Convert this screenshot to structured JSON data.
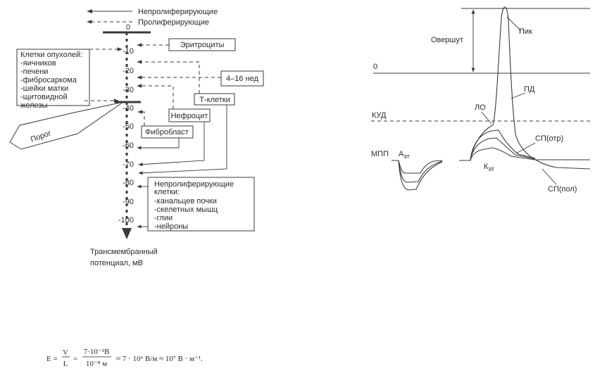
{
  "left_diagram": {
    "top_labels": {
      "nonproliferating": "Непролиферирующие",
      "proliferating": "Пролиферирующие"
    },
    "axis_ticks": [
      "0",
      "-10",
      "-20",
      "-30",
      "-40",
      "-50",
      "-60",
      "-70",
      "-80",
      "-90",
      "-100"
    ],
    "axis_title_line1": "Трансмембранный",
    "axis_title_line2": "потенциал, мВ",
    "tumor_cells": {
      "title": "Клетки опухолей:",
      "items": [
        "-яичников",
        "-печени",
        "-фибросаркома",
        "-шейки матки",
        "-щитовидной",
        "железы"
      ]
    },
    "threshold": "Порог",
    "erythrocytes": "Эритроциты",
    "weeks": "4–16 нед",
    "t_cells": "Т-клетки",
    "nephrocyte": "Нефроцит",
    "fibroblast": "Фибробласт",
    "nonprolif_cells": {
      "title1": "Непролиферирующие",
      "title2": "клетки:",
      "items": [
        "-канальцев почки",
        "-скелетных мышц",
        "-глии",
        "-нейроны"
      ]
    }
  },
  "right_diagram": {
    "overshoot": "Овершут",
    "peak": "Пик",
    "zero": "0",
    "ap": "ПД",
    "lo": "ЛО",
    "kud": "КУД",
    "mpp": "МПП",
    "a_base": "А",
    "a_sub": "эт",
    "k_base": "К",
    "k_sub": "эт",
    "sp_neg": "СП(отр)",
    "sp_pos": "СП(пол)"
  },
  "formula": {
    "e": "E =",
    "v": "V",
    "l": "L",
    "eq1": "=",
    "num": "7·10⁻²В",
    "den": "10⁻⁸ м",
    "rest": "≈ 7 · 10⁶ В/м ≈ 10⁷ В · м⁻¹."
  }
}
